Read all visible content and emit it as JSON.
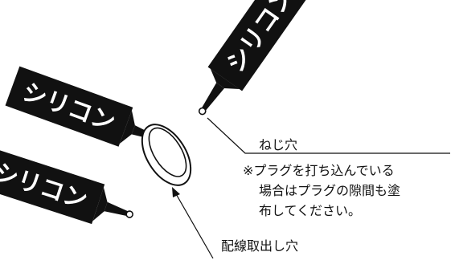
{
  "tube_label": "シリコン",
  "hole_label": "ねじ穴",
  "note_lines": [
    "※プラグを打ち込んでいる",
    "場合はプラグの隙間も塗",
    "布してください。"
  ],
  "outlet_label": "配線取出し穴",
  "colors": {
    "ink": "#111111",
    "paper": "#ffffff"
  }
}
